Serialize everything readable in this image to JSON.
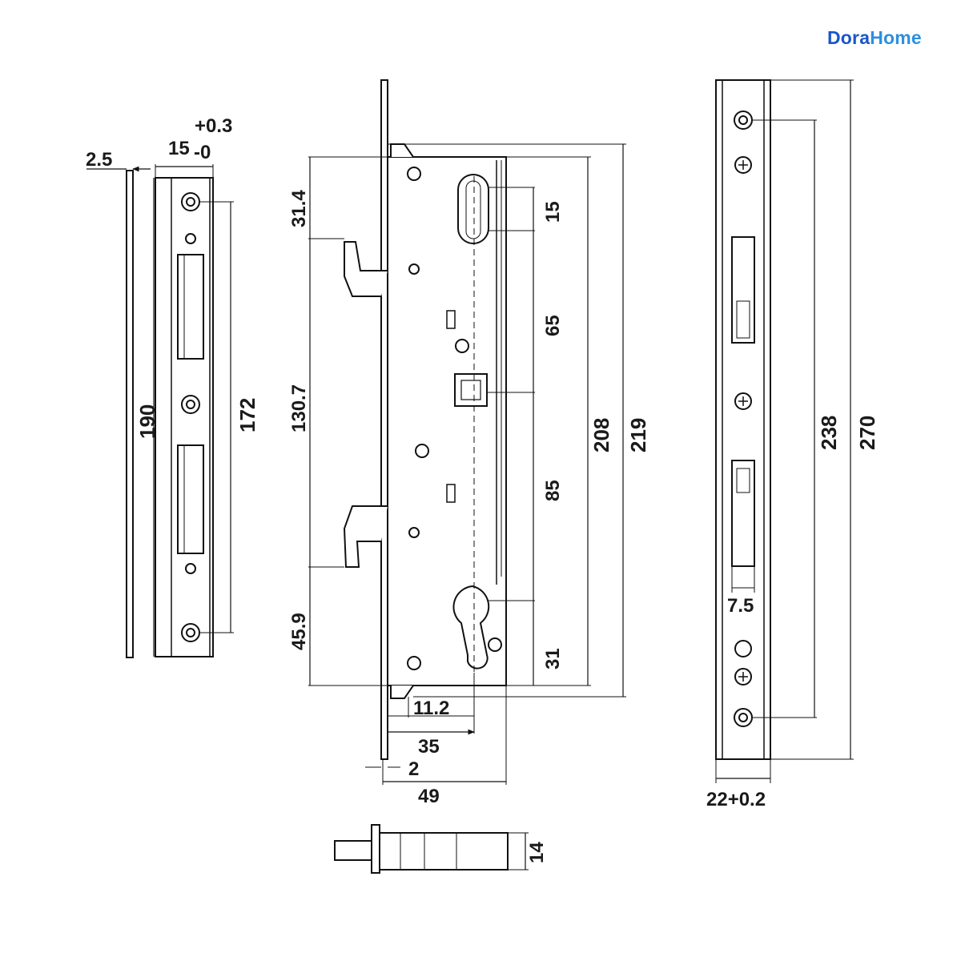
{
  "brand": {
    "part1": "Dora",
    "part2": "Home",
    "color_primary": "#1a56c9",
    "color_accent": "#2d8fe0"
  },
  "drawing": {
    "line_color": "#111111",
    "left_strike_plate": {
      "thickness": "2.5",
      "width_nominal": "15",
      "tolerance_upper": "+0.3",
      "tolerance_lower": "-0",
      "overall_length": "190",
      "hole_spacing": "172"
    },
    "lock_body": {
      "top_to_hook": "31.4",
      "hook_spacing": "130.7",
      "hook_to_bottom": "45.9",
      "slot_height": "15",
      "slot_to_spindle": "65",
      "spindle_to_cylinder": "85",
      "cylinder_to_bottom": "31",
      "case_height": "208",
      "faceplate_height": "219",
      "cylinder_offset": "11.2",
      "backset": "35",
      "faceplate_thickness": "2",
      "case_depth": "49"
    },
    "faceplate_front": {
      "bolt_width": "7.5",
      "hole_spacing": "238",
      "overall_length": "270",
      "width": "22+0.2"
    },
    "bolt_detail": {
      "height": "14"
    }
  }
}
